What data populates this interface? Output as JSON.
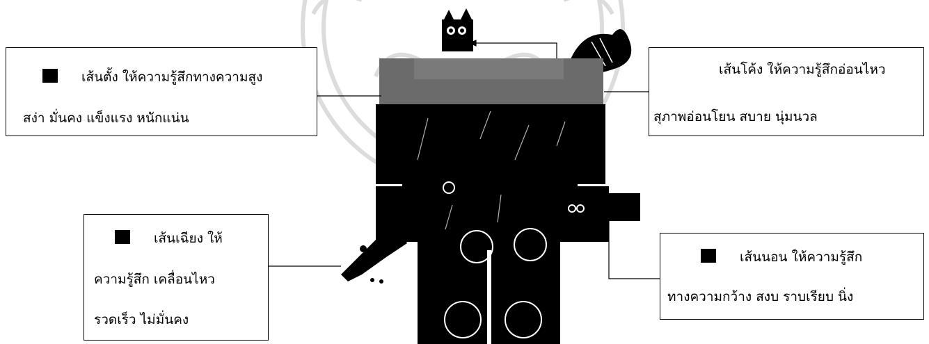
{
  "notes": {
    "vertical": {
      "line1": "เส้นตั้ง ให้ความรู้สึกทางความสูง",
      "line2": "สง่า มั่นคง แข็งแรง หนักแน่น"
    },
    "curved": {
      "line1": "เส้นโค้ง ให้ความรู้สึกอ่อนไหว",
      "line2": "สุภาพอ่อนโยน สบาย นุ่มนวล"
    },
    "diagonal": {
      "line1": "เส้นเฉียง ให้",
      "line2": "ความรู้สึก เคลื่อนไหว",
      "line3": "รวดเร็ว ไม่มั่นคง"
    },
    "horizontal": {
      "line1": "เส้นนอน ให้ความรู้สึก",
      "line2": "ทางความกว้าง สงบ ราบเรียบ นิ่ง"
    }
  },
  "colors": {
    "figure": "#000000",
    "figure_gray": "#6b6b6b",
    "watermark": "#d9d9d9",
    "border": "#000000"
  }
}
